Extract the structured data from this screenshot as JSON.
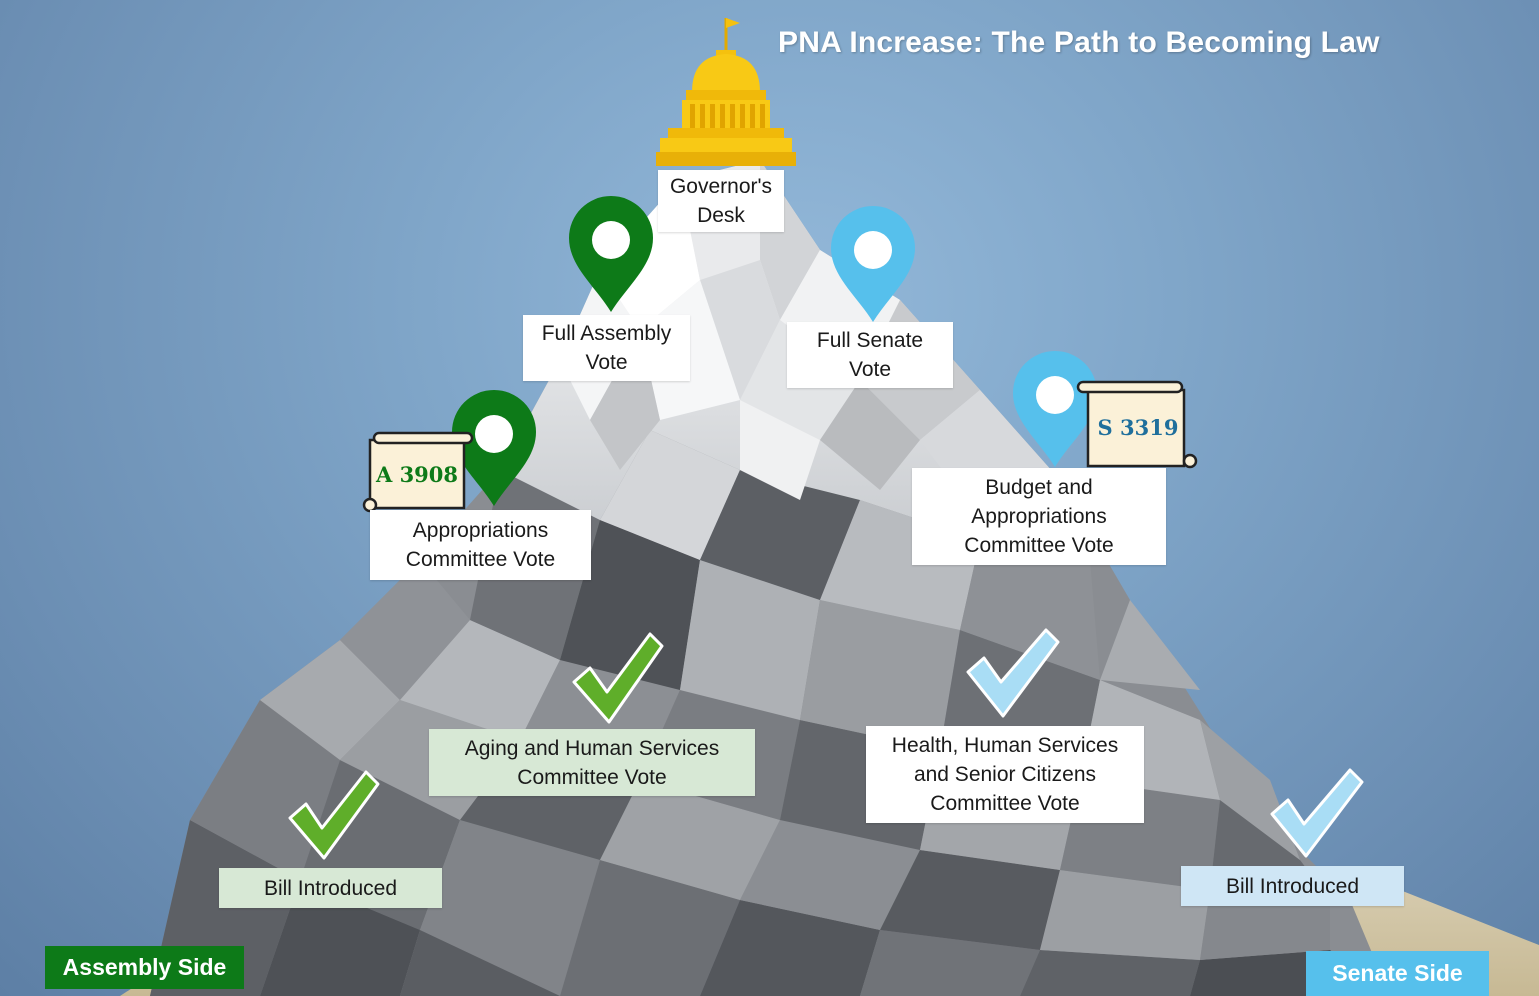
{
  "title": "PNA Increase: The Path to Becoming Law",
  "colors": {
    "assembly_green": "#0d7a18",
    "check_green": "#5fae2a",
    "senate_blue": "#56c0ec",
    "check_blue": "#a9ddf5",
    "capitol_gold": "#f5c10e",
    "scroll_paper": "#fbf1d8"
  },
  "summit": {
    "label": "Governor's\nDesk",
    "icon": "capitol-building-icon"
  },
  "assembly": {
    "side_label": "Assembly Side",
    "bill_number": "A 3908",
    "steps": [
      {
        "label": "Bill Introduced",
        "status": "complete",
        "icon": "green-checkmark-icon"
      },
      {
        "label": "Aging and Human Services\nCommittee Vote",
        "status": "complete",
        "icon": "green-checkmark-icon"
      },
      {
        "label": "Appropriations\nCommittee Vote",
        "status": "current",
        "icon": "green-map-pin-icon"
      },
      {
        "label": "Full Assembly\nVote",
        "status": "pending",
        "icon": "green-map-pin-icon"
      }
    ]
  },
  "senate": {
    "side_label": "Senate Side",
    "bill_number": "S 3319",
    "steps": [
      {
        "label": "Bill Introduced",
        "status": "complete",
        "icon": "blue-checkmark-icon"
      },
      {
        "label": "Health, Human Services\nand Senior Citizens\nCommittee Vote",
        "status": "complete",
        "icon": "blue-checkmark-icon"
      },
      {
        "label": "Budget and\nAppropriations\nCommittee Vote",
        "status": "current",
        "icon": "blue-map-pin-icon"
      },
      {
        "label": "Full Senate\nVote",
        "status": "pending",
        "icon": "blue-map-pin-icon"
      }
    ]
  }
}
